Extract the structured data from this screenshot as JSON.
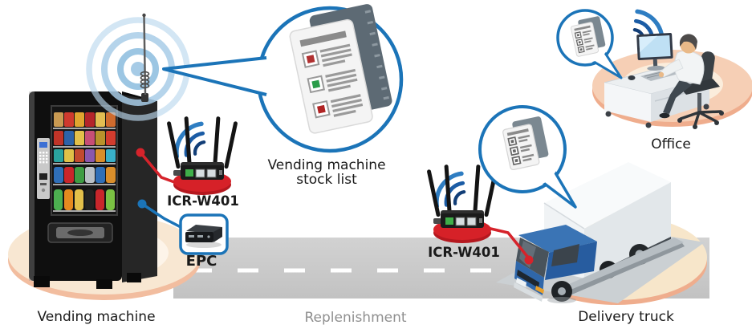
{
  "labels": {
    "vending_machine": "Vending machine",
    "replenishment": "Replenishment",
    "delivery_truck": "Delivery truck",
    "office": "Office",
    "router_left": "ICR-W401",
    "router_middle": "ICR-W401",
    "epc": "EPC",
    "stock_list_line1": "Vending machine",
    "stock_list_line2": "stock list"
  },
  "icons": {
    "wifi_fan": "wifi-signal-icon",
    "radio_waves": "radio-waves-icon",
    "antenna": "antenna-icon",
    "document_stack": "stock-list-document-icon",
    "router": "cellular-router-icon",
    "epc_device": "embedded-pc-icon"
  },
  "colors": {
    "callout_blue": "#1b74b8",
    "wifi_navy": "#123e77",
    "wifi_mid_blue": "#1b5ca5",
    "wifi_light_blue": "#2e7dc2",
    "wave_light_blue": "#9cc6e3",
    "connector_red": "#d6232b",
    "router_base_red": "#d62128",
    "road_gray": "#c9c9c9",
    "road_dash_white": "#ffffff",
    "platform_peach": "#f5cbb1",
    "platform_cream": "#faeedd",
    "truck_blue": "#2a62a6",
    "text_black": "#1a1a1a",
    "text_gray": "#8f8f8f"
  },
  "connections": [
    {
      "from": "vending-machine",
      "to": "router-left",
      "color": "#d6232b"
    },
    {
      "from": "vending-machine",
      "to": "epc",
      "color": "#1b74b8"
    },
    {
      "from": "router-middle",
      "to": "delivery-truck",
      "color": "#d6232b"
    },
    {
      "from": "vending-machine-antenna",
      "to": "stock-list-callout",
      "color": "#1b74b8"
    }
  ]
}
